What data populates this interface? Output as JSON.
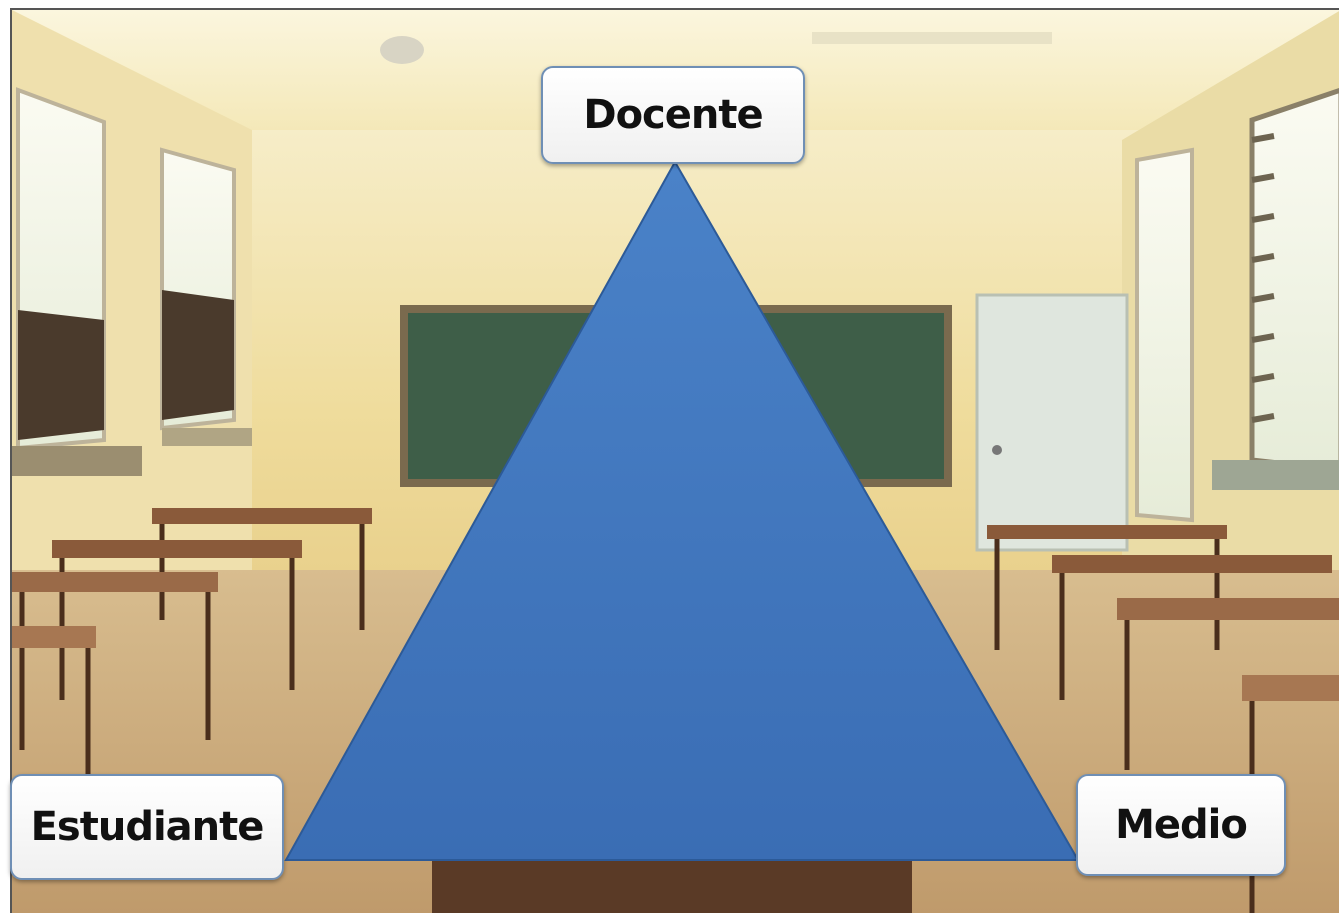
{
  "diagram": {
    "nodes": {
      "top": "Docente",
      "left": "Estudiante",
      "right": "Medio"
    },
    "colors": {
      "triangle": "#3e74bd",
      "triangle_edge": "#2c5a98",
      "wall": "#f2e2a4",
      "chalkboard": "#3e5e48",
      "floor": "#c9a87a",
      "desk_top": "#8a5a3a"
    },
    "background_scene": "classroom-photo"
  }
}
